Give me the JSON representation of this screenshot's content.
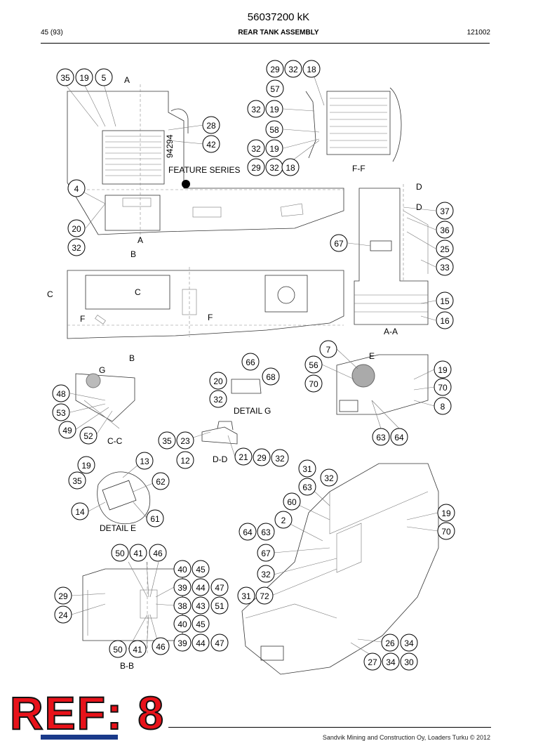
{
  "header": {
    "doc_number": "56037200 kK",
    "page": "45 (93)",
    "title": "REAR TANK ASSEMBLY",
    "code": "121002"
  },
  "watermark": "REF: 8",
  "footer": {
    "copyright": "Sandvik Mining and Construction Oy, Loaders Turku © 2012"
  },
  "labels": {
    "aa": "A-A",
    "bb": "B-B",
    "cc": "C-C",
    "dd": "D-D",
    "ff": "F-F",
    "detail_e": "DETAIL E",
    "detail_g": "DETAIL G",
    "a_top": "A",
    "a_bottom": "A",
    "b_top": "B",
    "b_bottom": "B",
    "c_left": "C",
    "c_right": "C",
    "f_left": "F",
    "f_right": "F",
    "d_top": "D",
    "d_bottom": "D",
    "e": "E",
    "g": "G",
    "serial": "94294",
    "feature": "FEATURE SERIES"
  },
  "callouts": [
    "35",
    "19",
    "5",
    "29",
    "32",
    "18",
    "57",
    "32",
    "19",
    "28",
    "58",
    "42",
    "32",
    "19",
    "29",
    "32",
    "18",
    "4",
    "20",
    "32",
    "37",
    "36",
    "67",
    "25",
    "33",
    "15",
    "16",
    "7",
    "66",
    "68",
    "20",
    "32",
    "56",
    "70",
    "19",
    "70",
    "8",
    "48",
    "53",
    "49",
    "52",
    "63",
    "64",
    "35",
    "23",
    "12",
    "21",
    "29",
    "32",
    "13",
    "19",
    "35",
    "62",
    "14",
    "61",
    "31",
    "32",
    "63",
    "60",
    "19",
    "70",
    "2",
    "64",
    "63",
    "67",
    "32",
    "31",
    "72",
    "50",
    "41",
    "46",
    "40",
    "45",
    "39",
    "44",
    "47",
    "29",
    "38",
    "43",
    "51",
    "24",
    "40",
    "45",
    "50",
    "41",
    "46",
    "39",
    "44",
    "47",
    "26",
    "34",
    "27",
    "34",
    "30"
  ]
}
